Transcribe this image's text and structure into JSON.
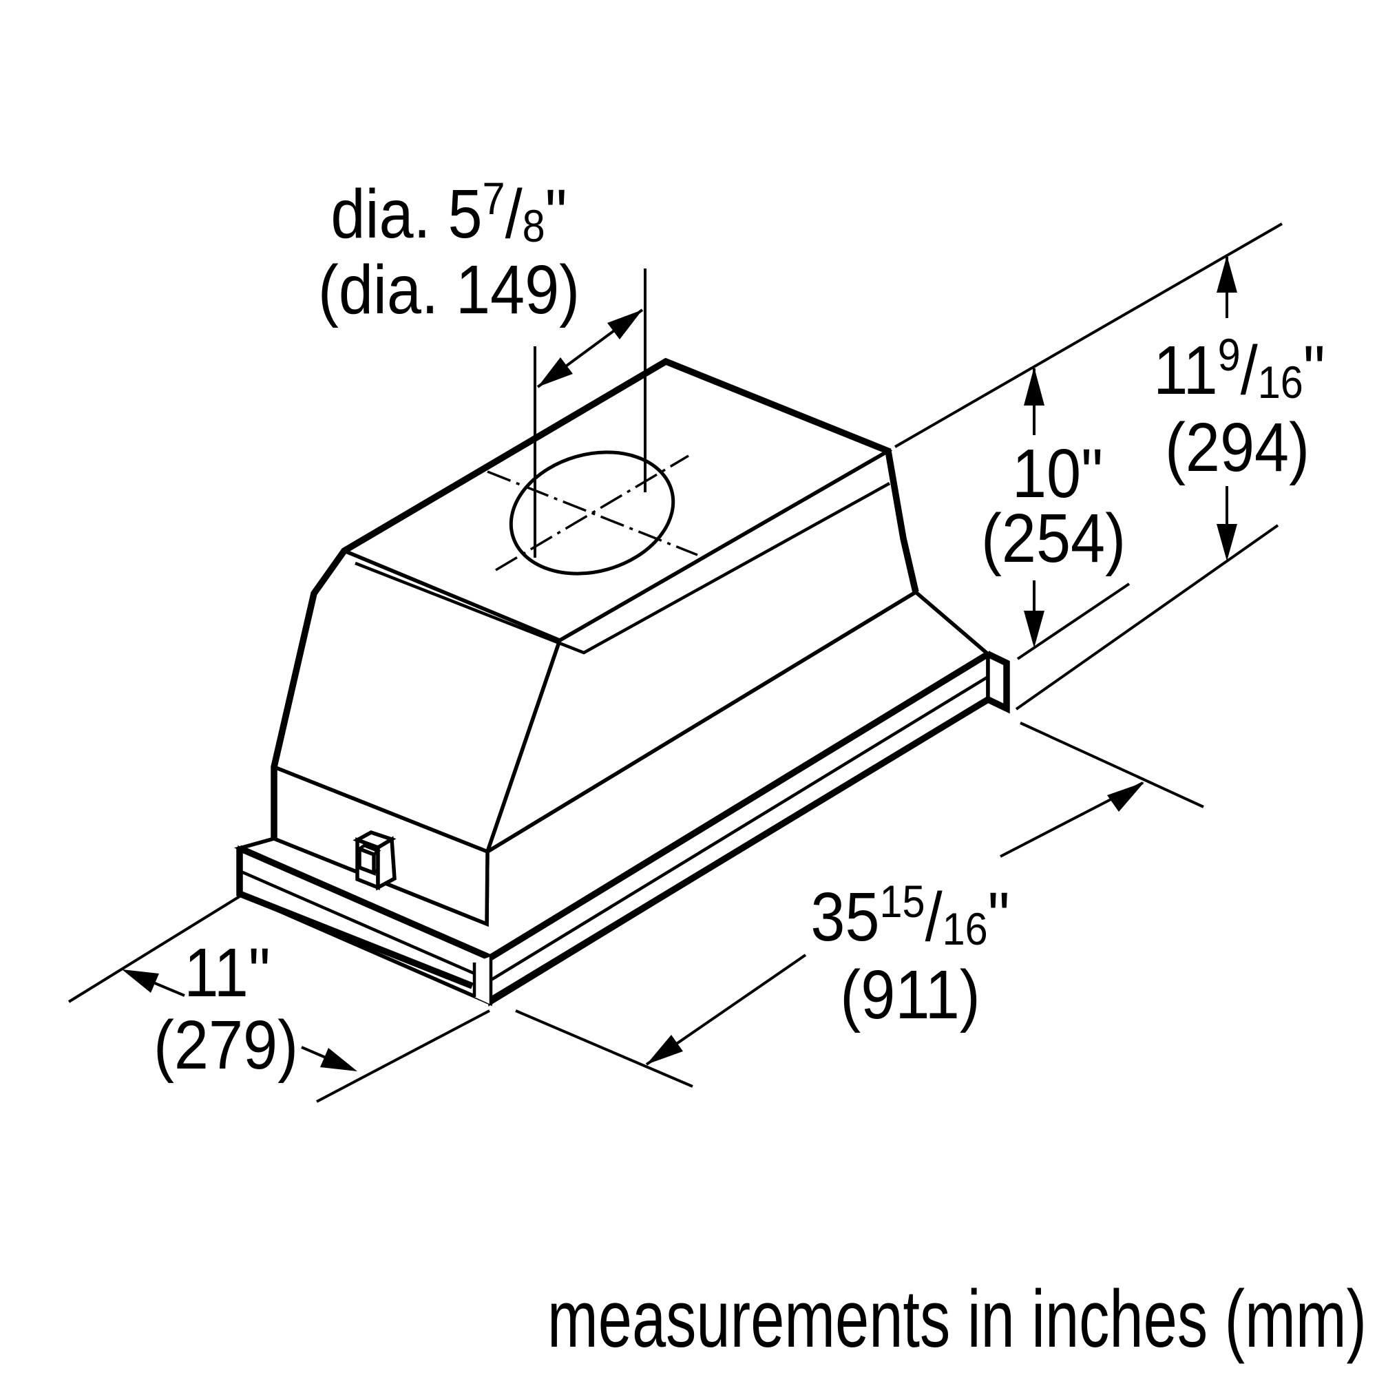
{
  "footer_note": "measurements in inches (mm)",
  "dimensions": {
    "duct_diameter": {
      "line1": {
        "pre": "dia. 5",
        "numerator": "7",
        "slash": "/",
        "denominator": "8",
        "suffix": "\""
      },
      "line2": "(dia. 149)"
    },
    "total_height": {
      "line1": {
        "pre": "11",
        "numerator": "9",
        "slash": "/",
        "denominator": "16",
        "suffix": "\""
      },
      "line2": "(294)"
    },
    "insert_height": {
      "line1": "10\"",
      "line2": "(254)"
    },
    "width": {
      "line1": {
        "pre": "35",
        "numerator": "15",
        "slash": "/",
        "denominator": "16",
        "suffix": "\""
      },
      "line2": "(911)"
    },
    "depth": {
      "line1": "11\"",
      "line2": "(279)"
    }
  },
  "colors": {
    "ink": "#000000",
    "paper": "#ffffff"
  }
}
